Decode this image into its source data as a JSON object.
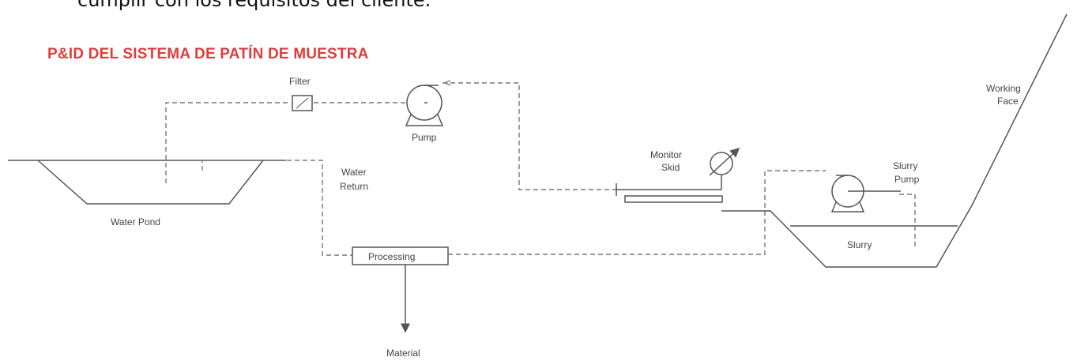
{
  "header_text": "cumplir con los requisitos del cliente.",
  "title": "P&ID DEL SISTEMA DE PATÍN DE MUESTRA",
  "labels": {
    "filter": "Filter",
    "pump": "Pump",
    "water_return_1": "Water",
    "water_return_2": "Return",
    "water_pond": "Water Pond",
    "processing": "Processing",
    "material": "Material",
    "monitor_skid_1": "Monitor",
    "monitor_skid_2": "Skid",
    "slurry_pump_1": "Slurry",
    "slurry_pump_2": "Pump",
    "slurry": "Slurry",
    "working_face_1": "Working",
    "working_face_2": "Face"
  },
  "colors": {
    "title": "#e03c3c",
    "line": "#555555",
    "label": "#444444"
  }
}
